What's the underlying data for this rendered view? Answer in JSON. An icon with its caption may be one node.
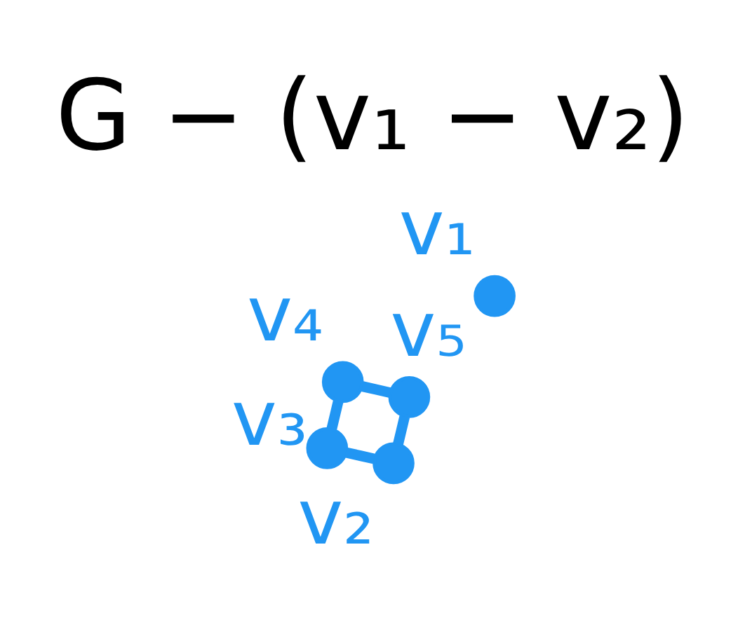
{
  "diagram": {
    "title": "G − (v₁ − v₂)",
    "nodes": [
      {
        "text": [],
        "shape": "circle",
        "beside": [
          "v₁"
        ]
      },
      {
        "text": [],
        "shape": "circle",
        "beside": [
          "v₅"
        ]
      },
      {
        "text": [],
        "shape": "circle",
        "beside": [
          "v₂"
        ]
      },
      {
        "text": [],
        "shape": "circle",
        "beside": [
          "v₄"
        ]
      },
      {
        "text": [],
        "shape": "circle",
        "beside": [
          "v₃"
        ]
      }
    ],
    "edges": [
      {
        "from": 1,
        "to": 2,
        "arrow": "none"
      },
      {
        "from": 2,
        "to": 4,
        "arrow": "none"
      },
      {
        "from": 4,
        "to": 3,
        "arrow": "none"
      },
      {
        "from": 3,
        "to": 1,
        "arrow": "none"
      }
    ]
  }
}
